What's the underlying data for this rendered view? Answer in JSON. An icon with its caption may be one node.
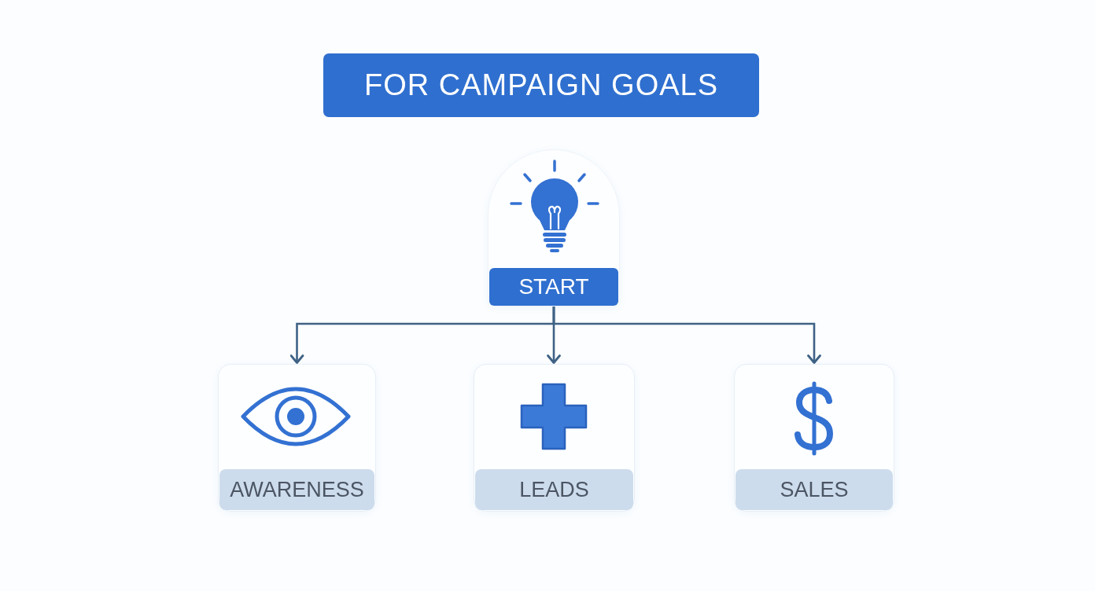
{
  "diagram": {
    "title": "FOR CAMPAIGN GOALS",
    "nodes": [
      {
        "text": [
          "START"
        ]
      },
      {
        "text": [
          "AWARENESS"
        ]
      },
      {
        "text": [
          "LEADS"
        ]
      },
      {
        "text": [
          "SALES"
        ]
      }
    ],
    "edges": [
      {
        "from": 0,
        "to": 1,
        "arrow": "to"
      },
      {
        "from": 0,
        "to": 2,
        "arrow": "to"
      },
      {
        "from": 0,
        "to": 3,
        "arrow": "to"
      }
    ]
  }
}
